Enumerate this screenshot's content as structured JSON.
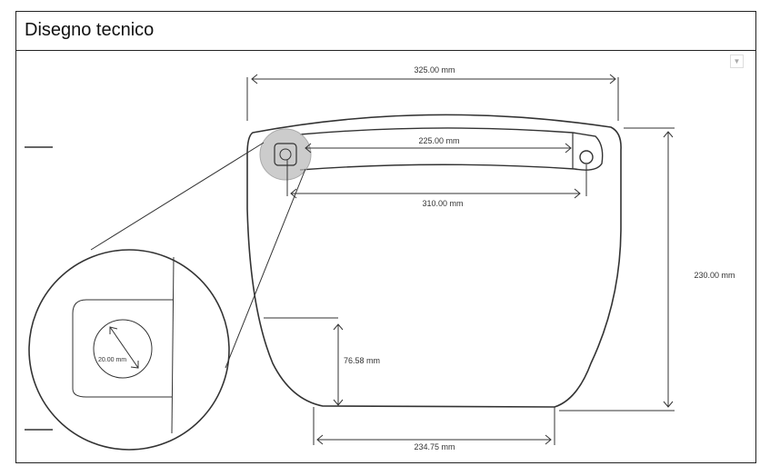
{
  "header": {
    "title": "Disegno tecnico"
  },
  "dropdown": {
    "icon": "chevron-down-icon"
  },
  "drawing": {
    "dimensions": {
      "overall_width": "325.00 mm",
      "strap_length": "225.00 mm",
      "hole_spacing": "310.00 mm",
      "height": "230.00 mm",
      "corner_height": "76.58 mm",
      "bottom_width": "234.75 mm",
      "hole_diameter": "20.00 mm"
    }
  }
}
